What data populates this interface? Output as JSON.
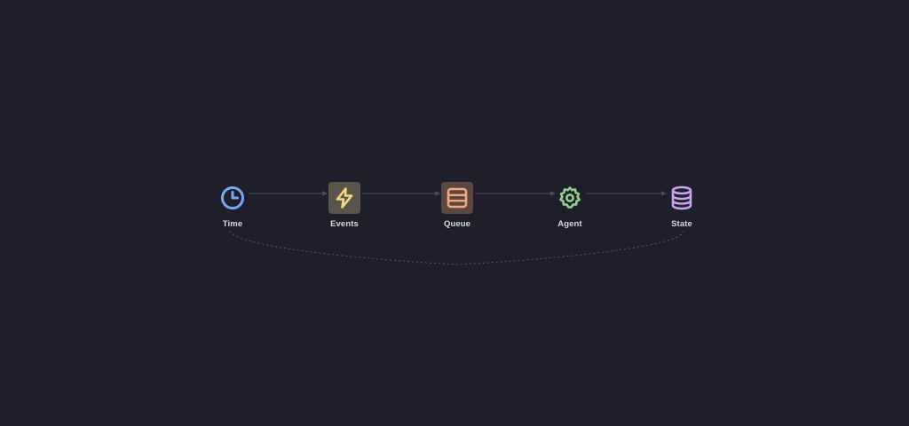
{
  "pipeline": {
    "nodes": [
      {
        "label": "Time",
        "icon": "clock-icon",
        "color": "#7aa7f5",
        "tile": ""
      },
      {
        "label": "Events",
        "icon": "lightning-icon",
        "color": "#f6d58a",
        "tile": "#5a554a"
      },
      {
        "label": "Queue",
        "icon": "list-icon",
        "color": "#f3a97d",
        "tile": "#5c4840"
      },
      {
        "label": "Agent",
        "icon": "gear-icon",
        "color": "#8fd18a",
        "tile": ""
      },
      {
        "label": "State",
        "icon": "database-icon",
        "color": "#c9a4ee",
        "tile": ""
      }
    ],
    "edge_color": "#4a4a5c",
    "loop_color": "#5a5a70"
  }
}
